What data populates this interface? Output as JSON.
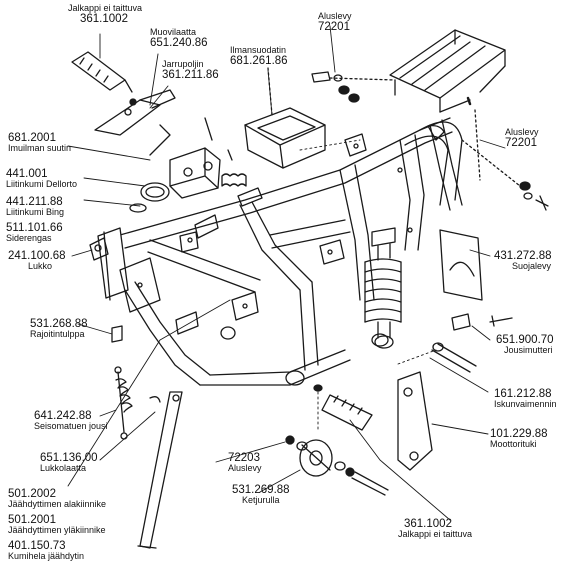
{
  "colors": {
    "line": "#1a1a1a",
    "paper": "#ffffff"
  },
  "labels": {
    "footpeg_top": {
      "name": "Jalkappi ei taittuva",
      "number": "361.1002"
    },
    "plastic_plate": {
      "name": "Muovilaatta",
      "number": "651.240.86"
    },
    "brake_pedal": {
      "name": "Jarrupoljin",
      "number": "361.211.86"
    },
    "air_filter": {
      "name": "Ilmansuodatin",
      "number": "681.261.86"
    },
    "washer_top": {
      "name": "Aluslevy",
      "number": "72201"
    },
    "washer_right": {
      "name": "Aluslevy",
      "number": "72201"
    },
    "intake_nozzle": {
      "number": "681.2001",
      "name": "Imuilman suutin"
    },
    "dellorto": {
      "number": "441.001",
      "name": "Liitinkumi Dellorto"
    },
    "bing": {
      "number": "441.211.88",
      "name": "Liitinkumi Bing"
    },
    "siderengas": {
      "number": "511.101.66",
      "name": "Siderengas"
    },
    "lock": {
      "number": "241.100.68",
      "name": "Lukko"
    },
    "guard": {
      "number": "431.272.88",
      "name": "Suojalevy"
    },
    "limiter": {
      "number": "531.268.88",
      "name": "Rajoitintulppa"
    },
    "spring_nut": {
      "number": "651.900.70",
      "name": "Jousimutteri"
    },
    "shock": {
      "number": "161.212.88",
      "name": "Iskunvaimennin"
    },
    "stand_spring": {
      "number": "641.242.88",
      "name": "Seisomatuen jousi"
    },
    "engine_mount": {
      "number": "101.229.88",
      "name": "Moottorituki"
    },
    "lock_plate": {
      "number": "651.136.00",
      "name": "Lukkolaatta"
    },
    "washer_low": {
      "number": "72203",
      "name": "Aluslevy"
    },
    "chain_roller": {
      "number": "531.269.88",
      "name": "Ketjurulla"
    },
    "rad_lower": {
      "number": "501.2002",
      "name": "Jäähdyttimen alakiinnike"
    },
    "rad_upper": {
      "number": "501.2001",
      "name": "Jäähdyttimen yläkiinnike"
    },
    "rad_rubber": {
      "number": "401.150.73",
      "name": "Kumihela jäähdytin"
    },
    "footpeg_bottom": {
      "number": "361.1002",
      "name": "Jalkappi ei taittuva"
    }
  }
}
